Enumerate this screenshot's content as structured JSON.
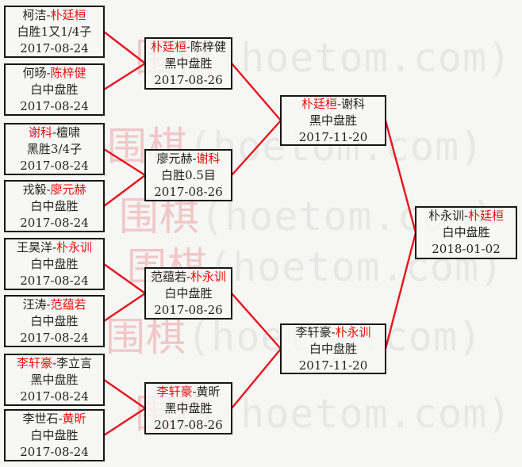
{
  "colors": {
    "red_line": "#e8131b",
    "winner_red": "#e60f0f",
    "text_black": "#222222",
    "box_border": "#161616",
    "background": "#f6f6f5",
    "watermark_cjk_pink": "#f1c7c7",
    "watermark_latin_gray": "#e7e7e7"
  },
  "watermark": {
    "cjk": "围棋",
    "latin": "(hoetom.com)"
  },
  "rounds": [
    {
      "name": "round-of-16",
      "matches": [
        {
          "p1": "柯洁",
          "sep": "-",
          "p2": "朴廷桓",
          "winner": 2,
          "result": "白胜1又1/4子",
          "date": "2017-08-24"
        },
        {
          "p1": "何旸",
          "sep": "-",
          "p2": "陈梓健",
          "winner": 2,
          "result": "白中盘胜",
          "date": "2017-08-24"
        },
        {
          "p1": "谢科",
          "sep": "-",
          "p2": "檀啸",
          "winner": 1,
          "result": "黑胜3/4子",
          "date": "2017-08-24"
        },
        {
          "p1": "戎毅",
          "sep": "-",
          "p2": "廖元赫",
          "winner": 2,
          "result": "白中盘胜",
          "date": "2017-08-24"
        },
        {
          "p1": "王昊洋",
          "sep": "-",
          "p2": "朴永训",
          "winner": 2,
          "result": "白中盘胜",
          "date": "2017-08-24"
        },
        {
          "p1": "汪涛",
          "sep": "-",
          "p2": "范蕴若",
          "winner": 2,
          "result": "白中盘胜",
          "date": "2017-08-24"
        },
        {
          "p1": "李轩豪",
          "sep": "-",
          "p2": "李立言",
          "winner": 1,
          "result": "黑中盘胜",
          "date": "2017-08-24"
        },
        {
          "p1": "李世石",
          "sep": "-",
          "p2": "黄昕",
          "winner": 2,
          "result": "白中盘胜",
          "date": "2017-08-24"
        }
      ]
    },
    {
      "name": "quarterfinals",
      "matches": [
        {
          "p1": "朴廷桓",
          "sep": "-",
          "p2": "陈梓健",
          "winner": 1,
          "result": "黑中盘胜",
          "date": "2017-08-26"
        },
        {
          "p1": "廖元赫",
          "sep": "-",
          "p2": "谢科",
          "winner": 2,
          "result": "白胜0.5目",
          "date": "2017-08-26"
        },
        {
          "p1": "范蕴若",
          "sep": "-",
          "p2": "朴永训",
          "winner": 2,
          "result": "白中盘胜",
          "date": "2017-08-26"
        },
        {
          "p1": "李轩豪",
          "sep": "-",
          "p2": "黄昕",
          "winner": 1,
          "result": "黑中盘胜",
          "date": "2017-08-26"
        }
      ]
    },
    {
      "name": "semifinals",
      "matches": [
        {
          "p1": "朴廷桓",
          "sep": "-",
          "p2": "谢科",
          "winner": 1,
          "result": "黑中盘胜",
          "date": "2017-11-20"
        },
        {
          "p1": "李轩豪",
          "sep": "-",
          "p2": "朴永训",
          "winner": 2,
          "result": "白中盘胜",
          "date": "2017-11-20"
        }
      ]
    },
    {
      "name": "final",
      "matches": [
        {
          "p1": "朴永训",
          "sep": "-",
          "p2": "朴廷桓",
          "winner": 2,
          "result": "白中盘胜",
          "date": "2018-01-02"
        }
      ]
    }
  ]
}
